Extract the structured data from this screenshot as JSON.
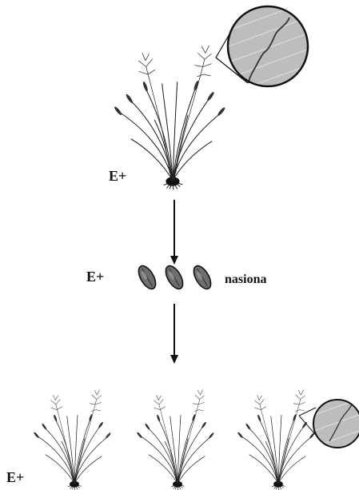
{
  "labels": {
    "top_plant": "E+",
    "seeds": "E+",
    "seed_name": "nasiona",
    "offspring": "E+"
  },
  "colors": {
    "plant": "#222222",
    "magnifier_fill": "#bdbdbd",
    "hypha": "#333333",
    "seed_fill": "#6e6e6e",
    "arrow": "#111111"
  },
  "diagram": {
    "parent_plants": 1,
    "seeds": 3,
    "offspring_plants": 3,
    "magnifier_icon": "magnifier-icon",
    "plant_icon": "grass-plant-icon",
    "seed_icon": "seed-icon"
  }
}
